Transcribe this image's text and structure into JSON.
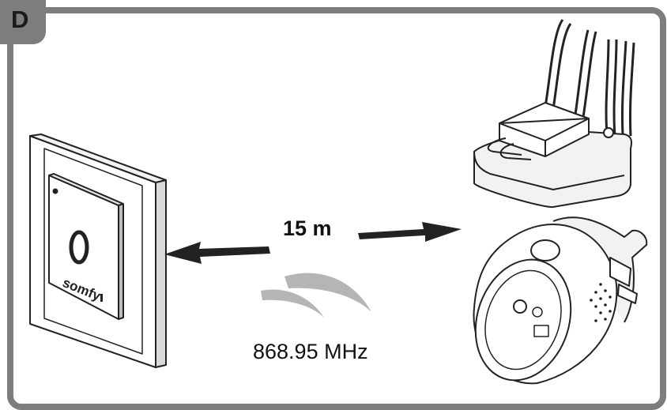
{
  "panel": {
    "letter": "D"
  },
  "range": {
    "distance": "15 m"
  },
  "radio": {
    "frequency": "868.95 MHz"
  },
  "brand": {
    "logo_text": "somfy"
  },
  "colors": {
    "frame": "#7d7d7d",
    "line": "#222222",
    "signal": "#b5b5b5"
  }
}
